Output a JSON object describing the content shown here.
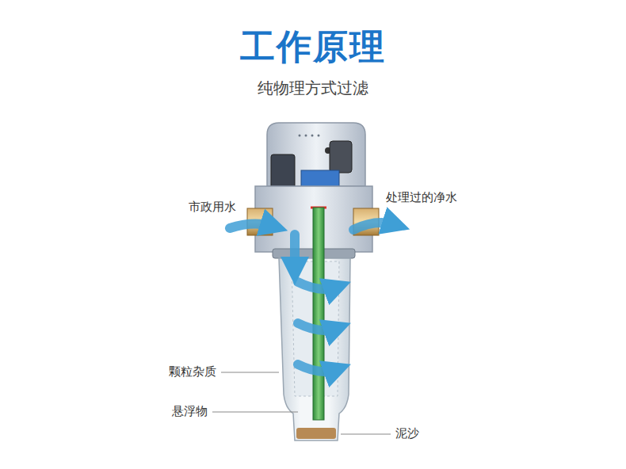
{
  "diagram": {
    "title": "工作原理",
    "caption": "纯物理方式过滤",
    "labels": [
      "市政用水",
      "处理过的净水",
      "颗粒杂质",
      "悬浮物",
      "泥沙"
    ]
  }
}
